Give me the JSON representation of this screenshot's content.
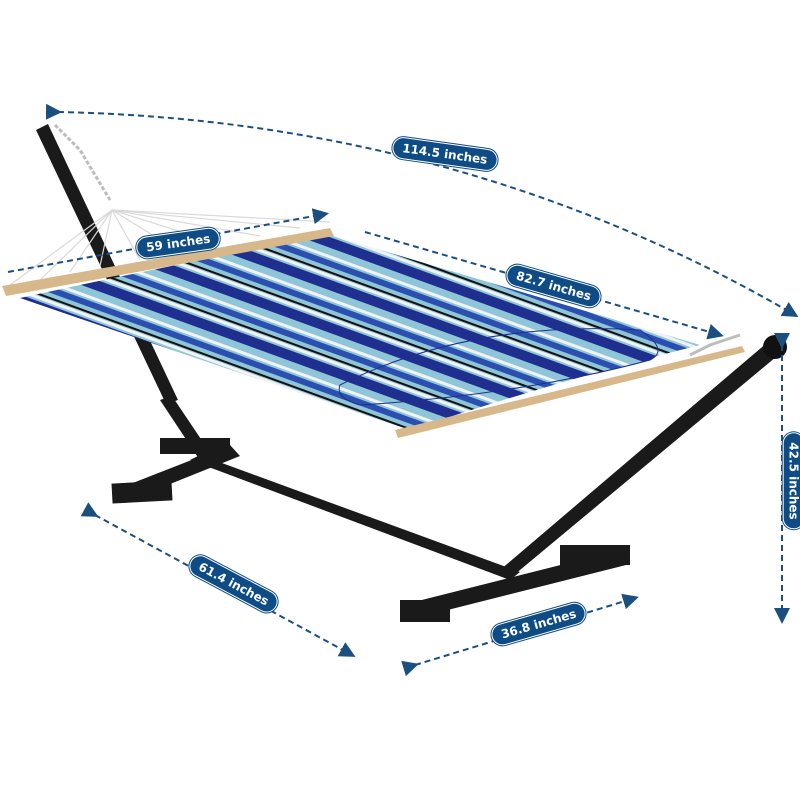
{
  "image": {
    "subject": "Hammock with stand and pillow",
    "colors": {
      "stand": "#1a1a1a",
      "dimension_line": "#1b4f80",
      "badge_bg": "#0f4c85",
      "stripe_navy": "#1e2f8f",
      "stripe_light_blue": "#8ec6d8",
      "stripe_white": "#f2f2f2",
      "spreader_bar": "#d7b88a"
    }
  },
  "dimensions": {
    "overall_length": "114.5 inches",
    "bed_width": "59 inches",
    "bed_length": "82.7 inches",
    "height": "42.5 inches",
    "base_width": "61.4 inches",
    "foot_width": "36.8 inches"
  }
}
